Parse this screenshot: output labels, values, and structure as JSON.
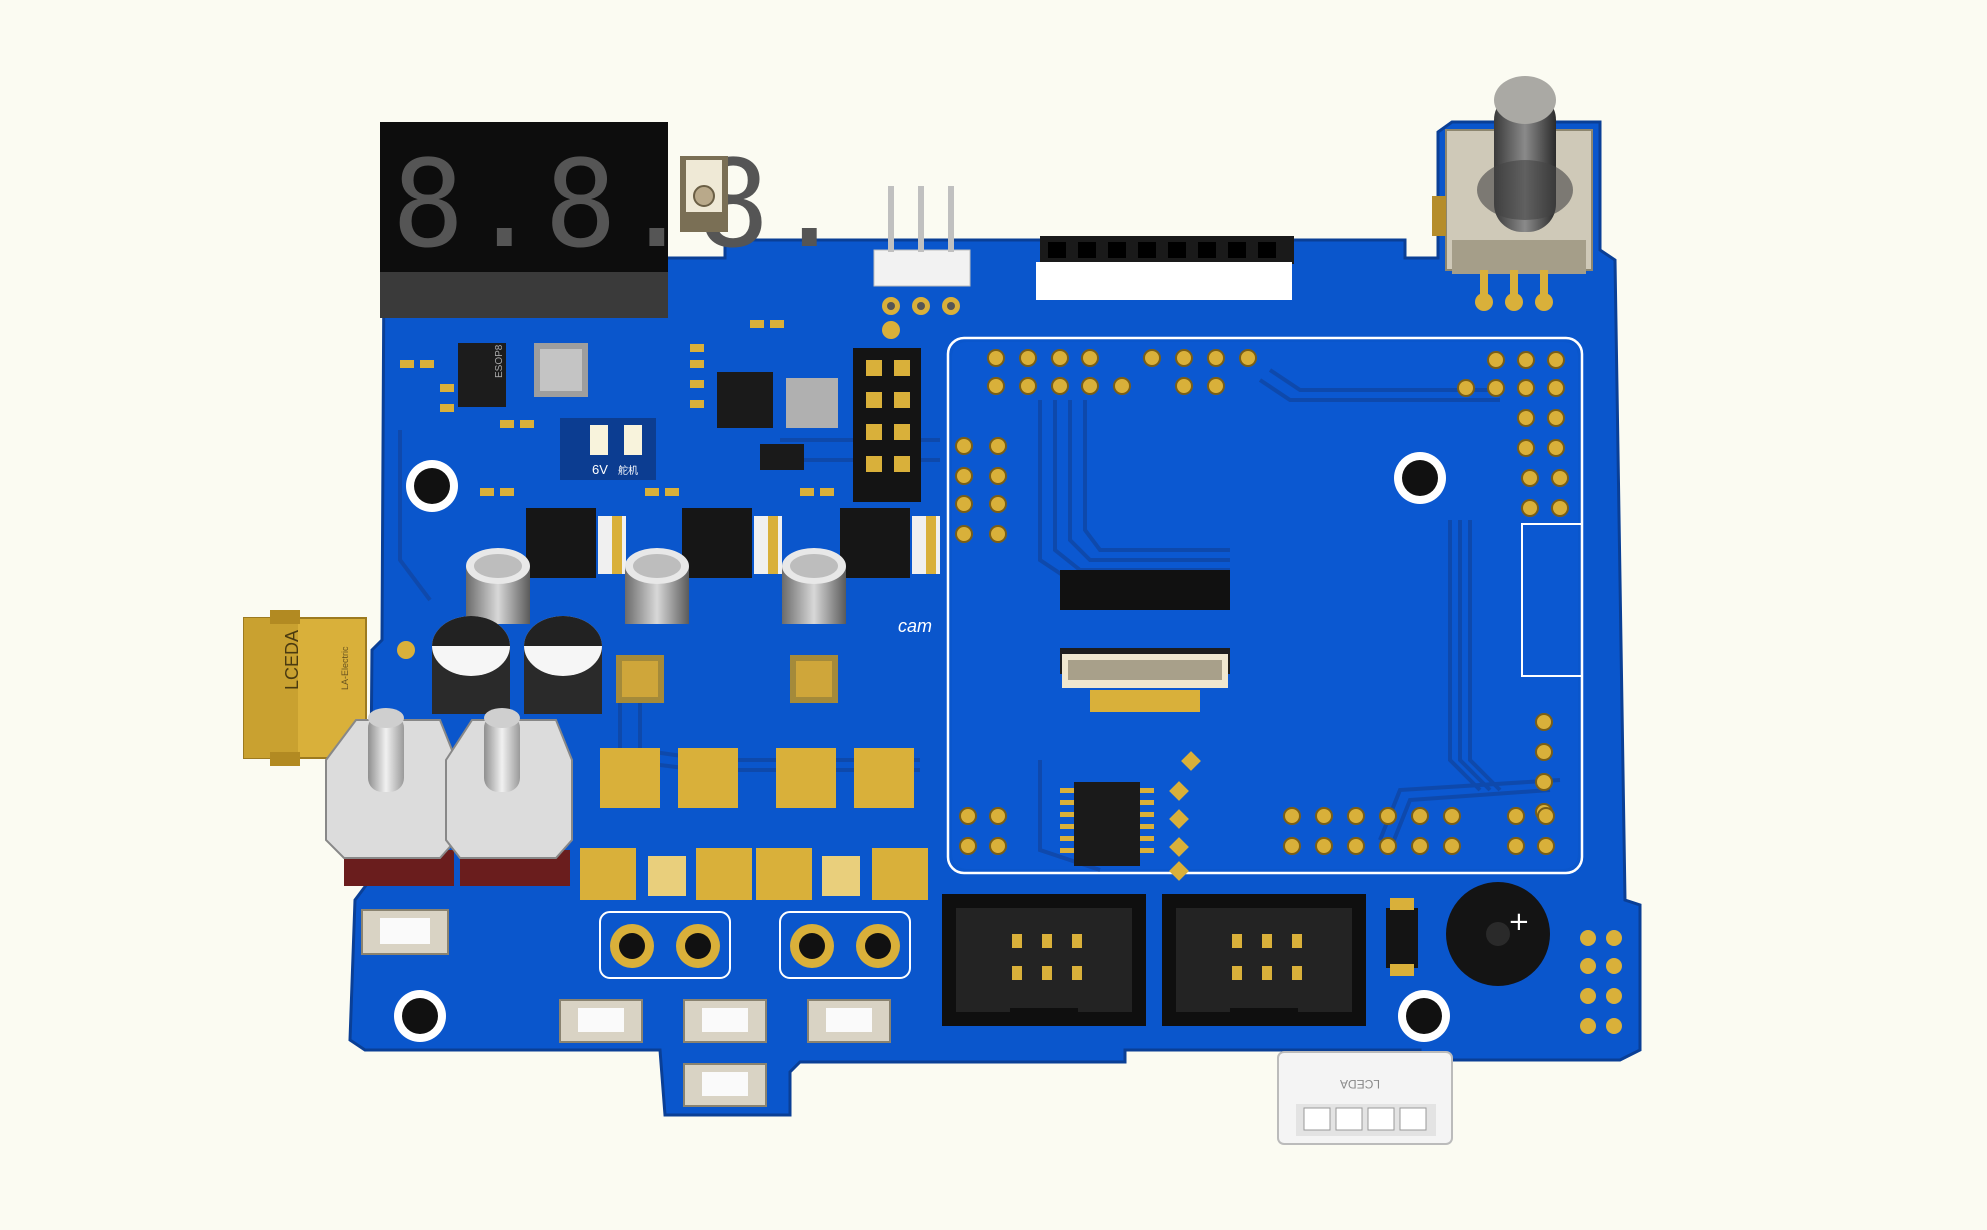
{
  "scene": {
    "background": "#fbfbf2",
    "board_color": "#0a56cc",
    "trace_color": "#0f48a8",
    "pad_gold": "#d9b03a",
    "silkscreen": "#ffffff"
  },
  "display": {
    "type": "3-digit seven-segment",
    "digits": "8.8.8."
  },
  "labels": {
    "xt60_text": "LCEDA",
    "xt60_small": "LA-Electric",
    "ic_esop": "ESOP8",
    "silk_6v": "6V",
    "silk_servo": "舵机",
    "silk_cam": "cam",
    "jst_text": "LCEDA"
  },
  "icons": {
    "buzzer_plus": "+"
  }
}
